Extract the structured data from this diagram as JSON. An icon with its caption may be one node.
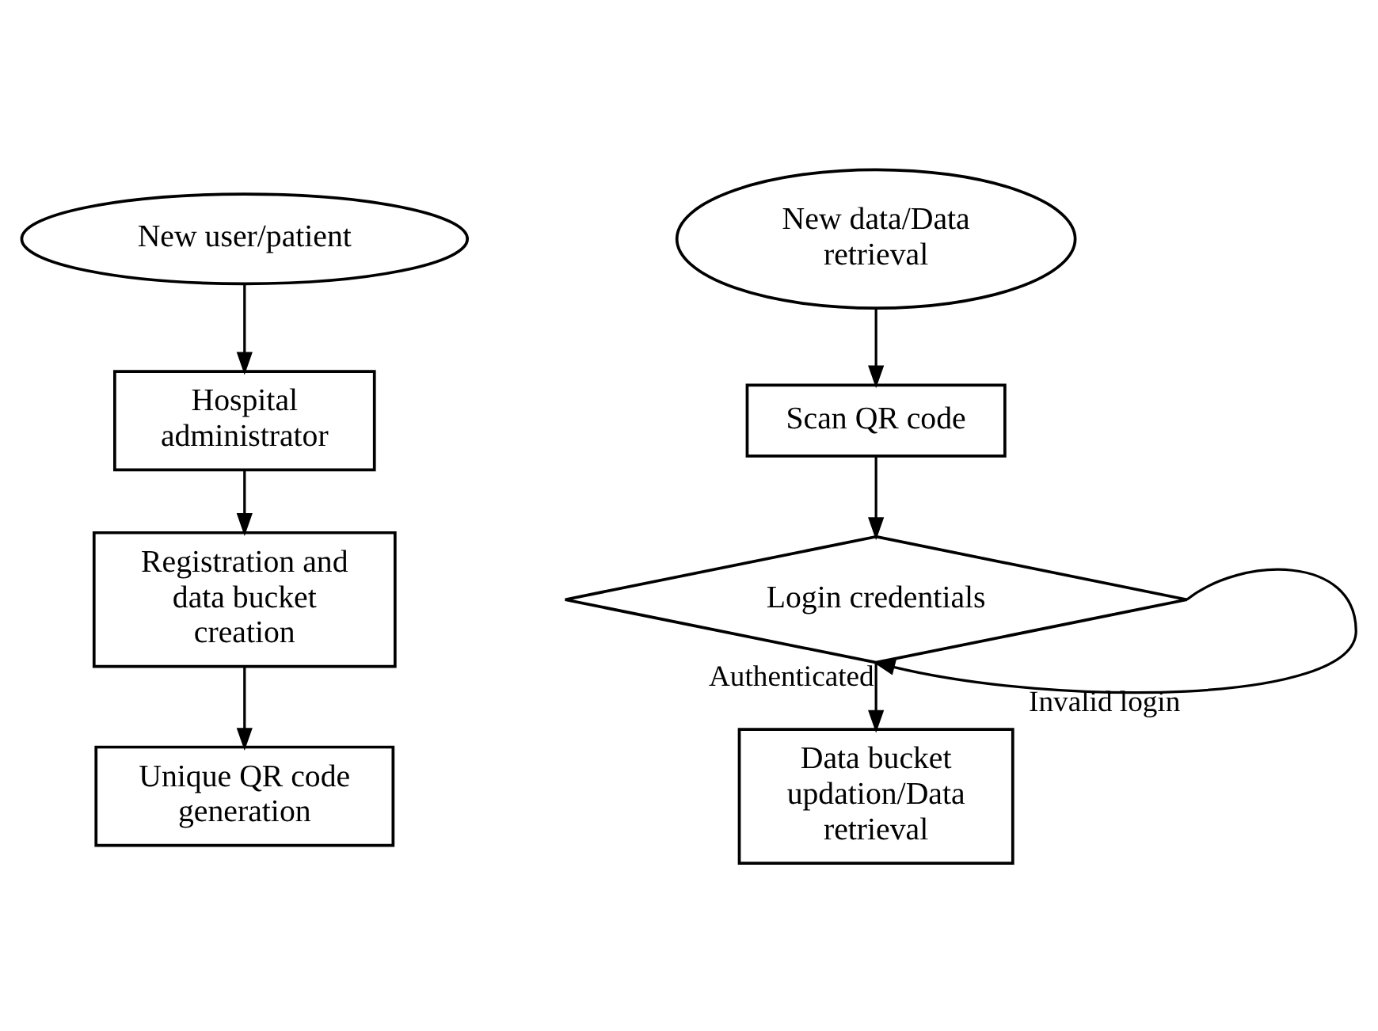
{
  "diagram": {
    "nodes": [
      {
        "text": [
          "New user/patient"
        ]
      },
      {
        "text": [
          "Hospital administrator"
        ]
      },
      {
        "text": [
          "Registration and data bucket creation"
        ]
      },
      {
        "text": [
          "Unique QR code generation"
        ]
      },
      {
        "text": [
          "New data/Data retrieval"
        ]
      },
      {
        "text": [
          "Scan QR code"
        ]
      },
      {
        "text": [
          "Login credentials"
        ]
      },
      {
        "text": [
          "Data bucket updation/Data retrieval"
        ]
      }
    ],
    "edges": [
      {
        "from": 0,
        "to": 1,
        "arrow": "to"
      },
      {
        "from": 1,
        "to": 2,
        "arrow": "to"
      },
      {
        "from": 2,
        "to": 3,
        "arrow": "to"
      },
      {
        "from": 4,
        "to": 5,
        "arrow": "to"
      },
      {
        "from": 5,
        "to": 6,
        "arrow": "to"
      },
      {
        "from": 6,
        "to": 7,
        "arrow": "to",
        "label": "Authenticated"
      },
      {
        "from": 6,
        "to": 6,
        "arrow": "to",
        "label": "Invalid login"
      }
    ]
  }
}
